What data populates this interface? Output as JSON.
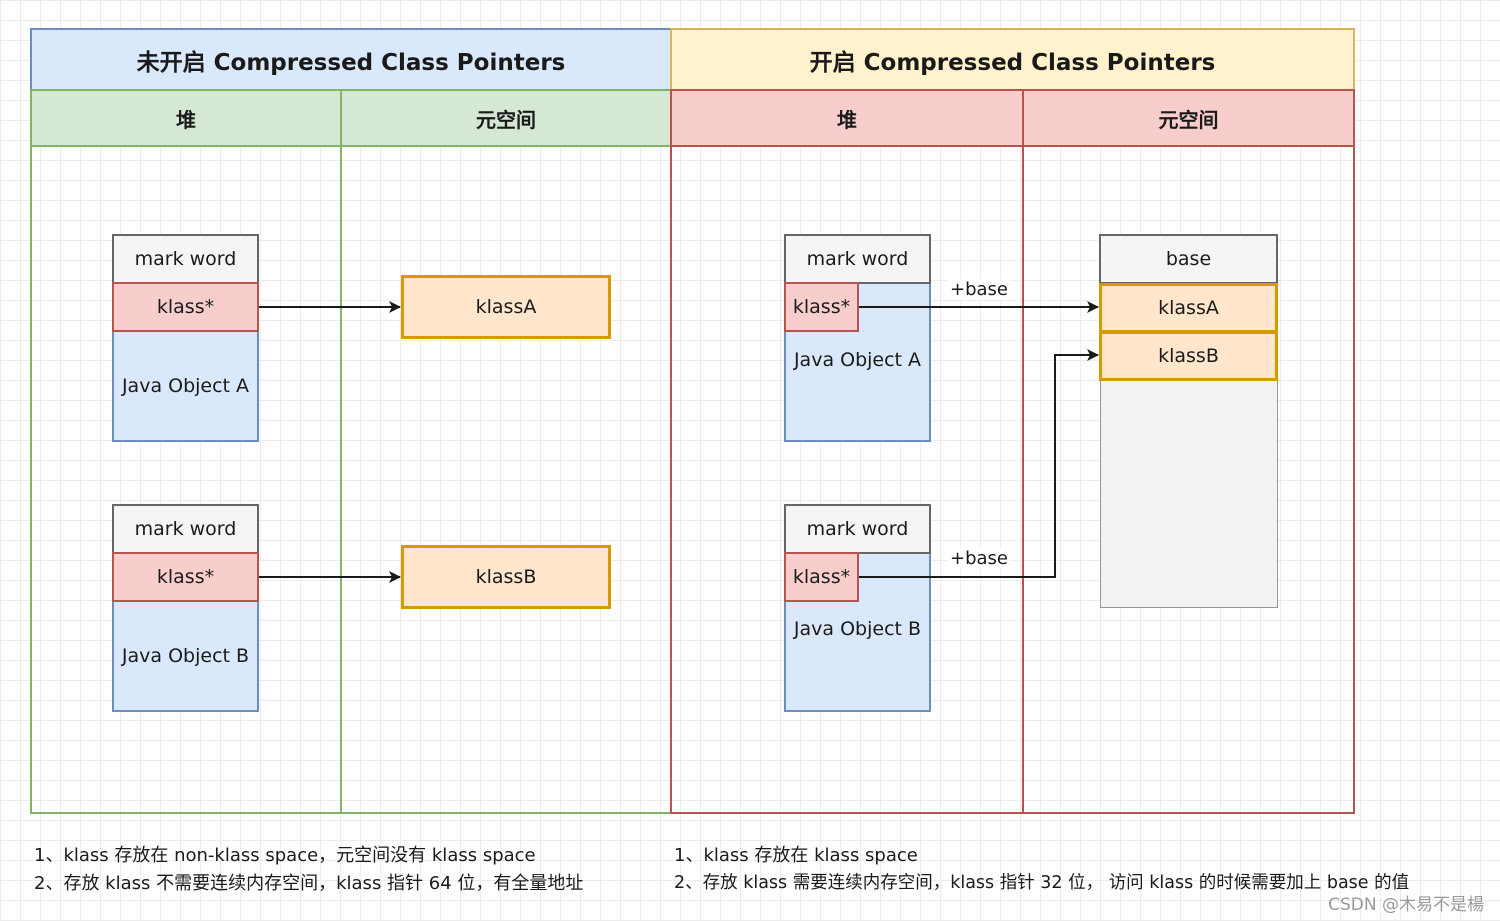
{
  "left": {
    "title": "未开启  Compressed Class Pointers",
    "heap_label": "堆",
    "meta_label": "元空间",
    "objects": [
      {
        "mark": "mark word",
        "klass": "klass*",
        "name": "Java Object A"
      },
      {
        "mark": "mark word",
        "klass": "klass*",
        "name": "Java Object B"
      }
    ],
    "meta_boxes": [
      "klassA",
      "klassB"
    ],
    "notes": [
      "1、klass 存放在 non-klass space，元空间没有 klass space",
      "2、存放 klass 不需要连续内存空间，klass 指针 64 位，有全量地址"
    ]
  },
  "right": {
    "title": "开启  Compressed Class Pointers",
    "heap_label": "堆",
    "meta_label": "元空间",
    "objects": [
      {
        "mark": "mark word",
        "klass": "klass*",
        "name": "Java Object A"
      },
      {
        "mark": "mark word",
        "klass": "klass*",
        "name": "Java Object B"
      }
    ],
    "meta_stack": {
      "base": "base",
      "items": [
        "klassA",
        "klassB"
      ]
    },
    "edge_labels": [
      "+base",
      "+base"
    ],
    "notes": [
      "1、klass 存放在 klass space",
      "2、存放 klass 需要连续内存空间，klass 指针 32 位， 访问 klass 的时候需要加上 base 的值"
    ]
  },
  "watermark": "CSDN @木易不是楊"
}
